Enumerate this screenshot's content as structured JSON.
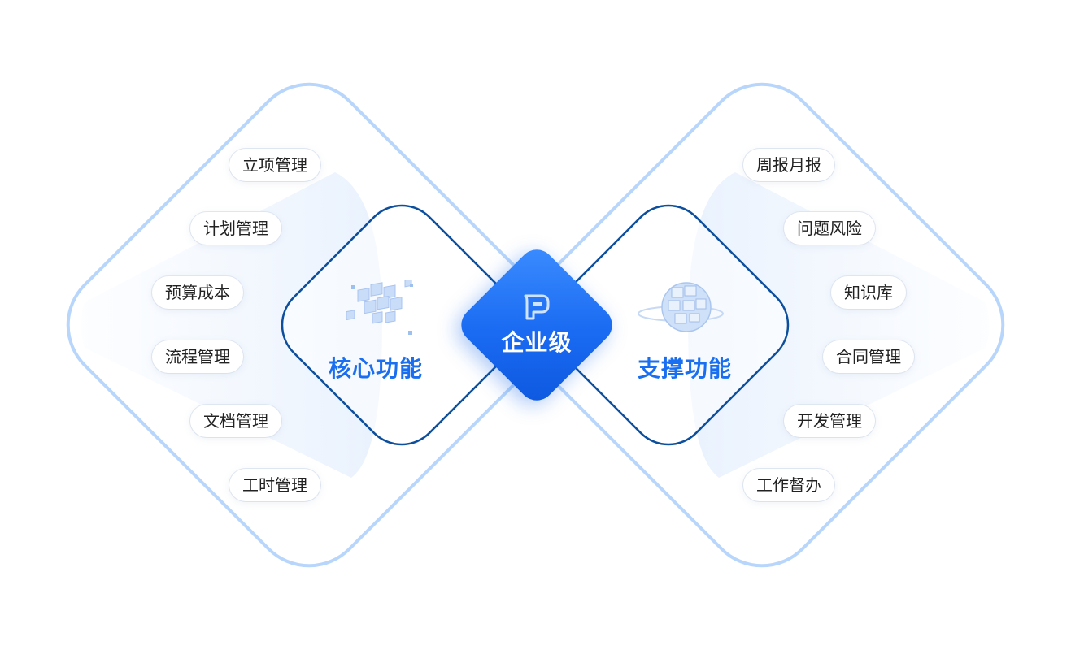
{
  "center": {
    "label": "企业级"
  },
  "left": {
    "title": "核心功能",
    "items": [
      "立项管理",
      "计划管理",
      "预算成本",
      "流程管理",
      "文档管理",
      "工时管理"
    ]
  },
  "right": {
    "title": "支撑功能",
    "items": [
      "周报月报",
      "问题风险",
      "知识库",
      "合同管理",
      "开发管理",
      "工作督办"
    ]
  },
  "colors": {
    "outline_light": "#b8d6fb",
    "outline_dark": "#0d4f9c",
    "accent": "#1a6ff0",
    "center_tile": "#1a6af2"
  },
  "icons": {
    "center": "enterprise-logo-icon",
    "left": "cube-cluster-icon",
    "right": "globe-icon"
  }
}
